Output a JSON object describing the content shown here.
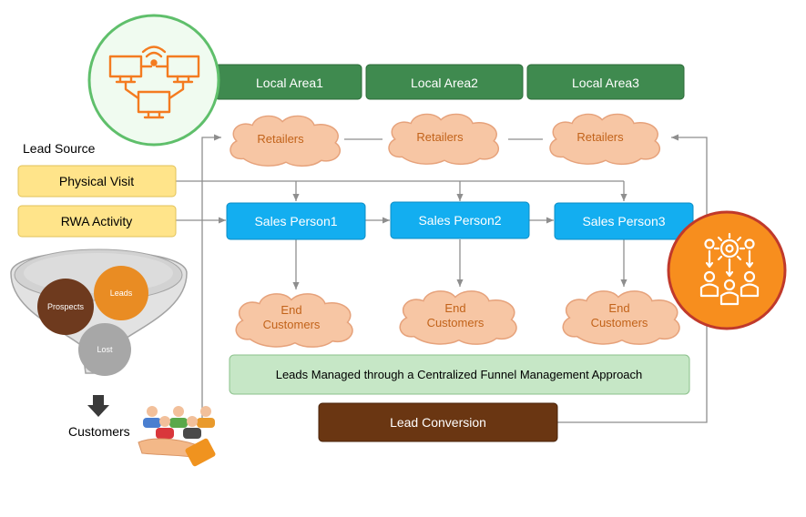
{
  "local_areas": [
    "Local Area1",
    "Local Area2",
    "Local Area3"
  ],
  "retailers": [
    "Retailers",
    "Retailers",
    "Retailers"
  ],
  "lead_source": {
    "title": "Lead Source",
    "items": [
      "Physical Visit",
      "RWA Activity"
    ]
  },
  "sales_persons": [
    "Sales Person1",
    "Sales Person2",
    "Sales Person3"
  ],
  "end_customers": [
    [
      "End",
      "Customers"
    ],
    [
      "End",
      "Customers"
    ],
    [
      "End",
      "Customers"
    ]
  ],
  "funnel": {
    "prospects": "Prospects",
    "leads": "Leads",
    "lost": "Lost"
  },
  "customers_label": "Customers",
  "funnel_management_label": "Leads Managed through a Centralized Funnel Management Approach",
  "lead_conversion_label": "Lead Conversion",
  "icons": {
    "network": "network-computers-icon",
    "team": "team-workflow-icon",
    "customers": "customers-in-hand-icon"
  },
  "colors": {
    "area_green": "#3f8a4f",
    "source_yellow": "#ffe48a",
    "sales_blue": "#13aef0",
    "cloud_peach": "#f7c6a4",
    "cloud_text": "#c2631a",
    "funnel_green": "#c6e7c6",
    "conversion_brown": "#6a3612",
    "orange": "#f78e1e"
  }
}
